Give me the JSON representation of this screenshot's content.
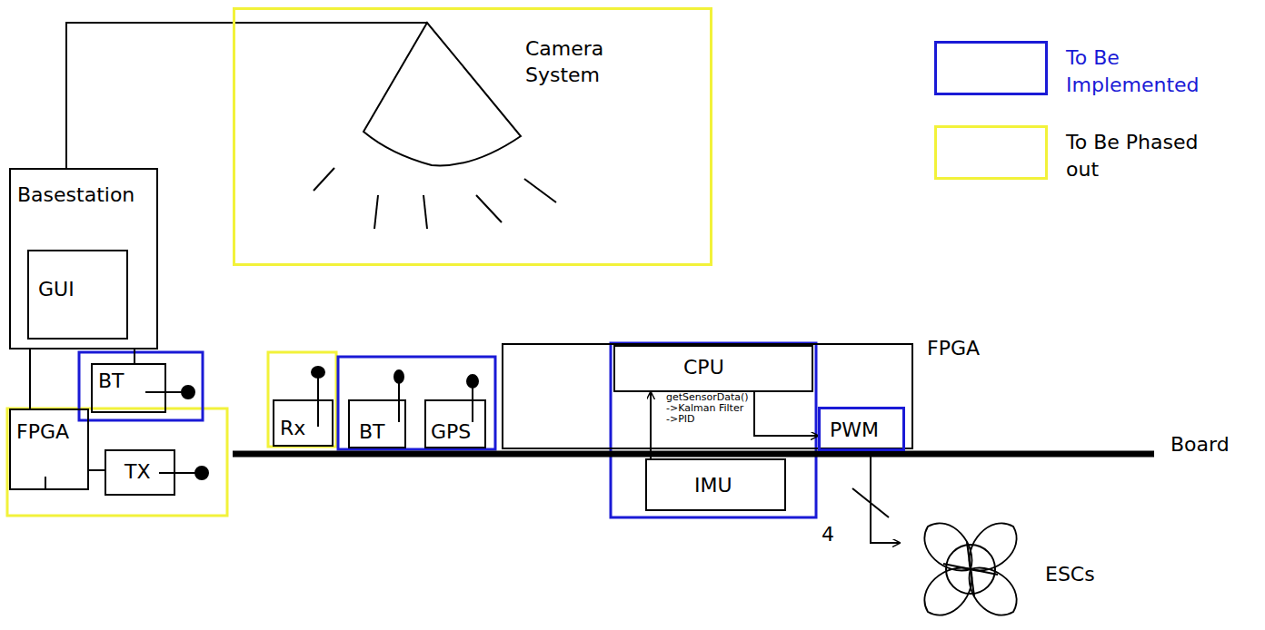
{
  "diagram": {
    "nodes": [
      {
        "text": [
          "Camera System"
        ]
      },
      {
        "text": [
          "Basestation"
        ]
      },
      {
        "text": [
          "GUI"
        ],
        "in": 1
      },
      {
        "text": [
          "BT"
        ]
      },
      {
        "text": [
          "FPGA"
        ]
      },
      {
        "text": [
          "TX"
        ]
      },
      {
        "text": [
          "Rx"
        ]
      },
      {
        "text": [
          "BT"
        ]
      },
      {
        "text": [
          "GPS"
        ]
      },
      {
        "text": [
          "FPGA"
        ]
      },
      {
        "text": [
          "CPU"
        ],
        "in": 9
      },
      {
        "text": [
          "PWM"
        ],
        "in": 9
      },
      {
        "text": [
          "IMU"
        ]
      },
      {
        "text": [
          "ESCs"
        ]
      }
    ],
    "edges": [
      {
        "from": 1,
        "to": 0,
        "arrow": "none"
      },
      {
        "from": 1,
        "to": 3,
        "arrow": "none"
      },
      {
        "from": 1,
        "to": 4,
        "arrow": "none"
      },
      {
        "from": 4,
        "to": 5,
        "arrow": "none"
      },
      {
        "from": 12,
        "to": 10,
        "arrow": "to"
      },
      {
        "from": 10,
        "to": 11,
        "arrow": "to"
      },
      {
        "from": 11,
        "to": 13,
        "arrow": "to"
      }
    ],
    "labels": [
      "getSensorData()",
      "->Kalman Filter",
      "->PID",
      "Board",
      "4"
    ],
    "legend": [
      {
        "text": "To Be Implemented",
        "color": "#1a1ad6"
      },
      {
        "text": "To Be Phased out",
        "color": "#f2f23a"
      }
    ]
  }
}
